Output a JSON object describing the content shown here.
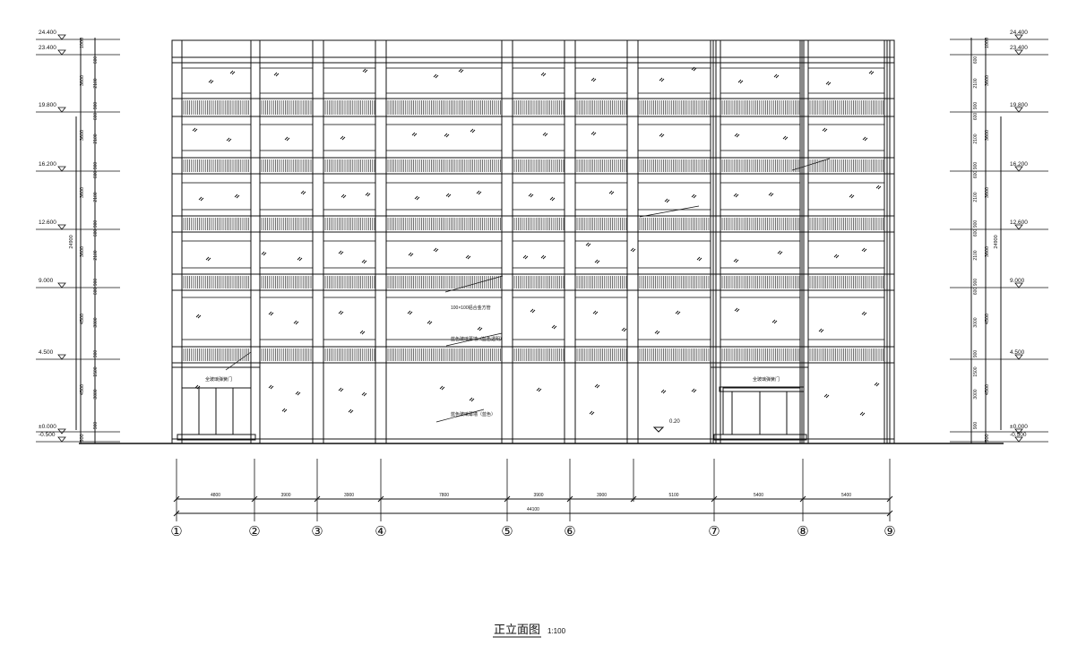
{
  "drawing_title": "正立面图",
  "scale_text": "1:100",
  "elevation_levels": [
    "24.400",
    "23.400",
    "19.800",
    "16.200",
    "12.600",
    "9.000",
    "4.500",
    "±0.000",
    "-0.500"
  ],
  "segment_dims_left": [
    "1000",
    "3600",
    "3600",
    "3600",
    "3600",
    "4500",
    "4500",
    "500"
  ],
  "segment_dims_mid": [
    "600",
    "2100",
    "900",
    "600",
    "2100",
    "900",
    "600",
    "2100",
    "900",
    "600",
    "2100",
    "900",
    "600",
    "3000",
    "900",
    "1500",
    "3000",
    "900"
  ],
  "total_height_dim": "24900",
  "axis_labels": [
    "①",
    "②",
    "③",
    "④",
    "⑤",
    "⑥",
    "⑦",
    "⑧",
    "⑨"
  ],
  "axis_spacing_dims": [
    "4800",
    "3900",
    "3900",
    "7800",
    "3900",
    "3900",
    "5100",
    "5400",
    "5400"
  ],
  "total_width_dim": "44100",
  "annotations": {
    "louver": "100×100铝合金方管",
    "glass_curtain": "蓝色玻璃幕墙（蓝色透明）",
    "glass_wall": "蓝色玻璃幕墙（蓝色）",
    "door_left": "全玻璃弹簧门",
    "door_right": "全玻璃弹簧门",
    "level_020": "0.20"
  }
}
